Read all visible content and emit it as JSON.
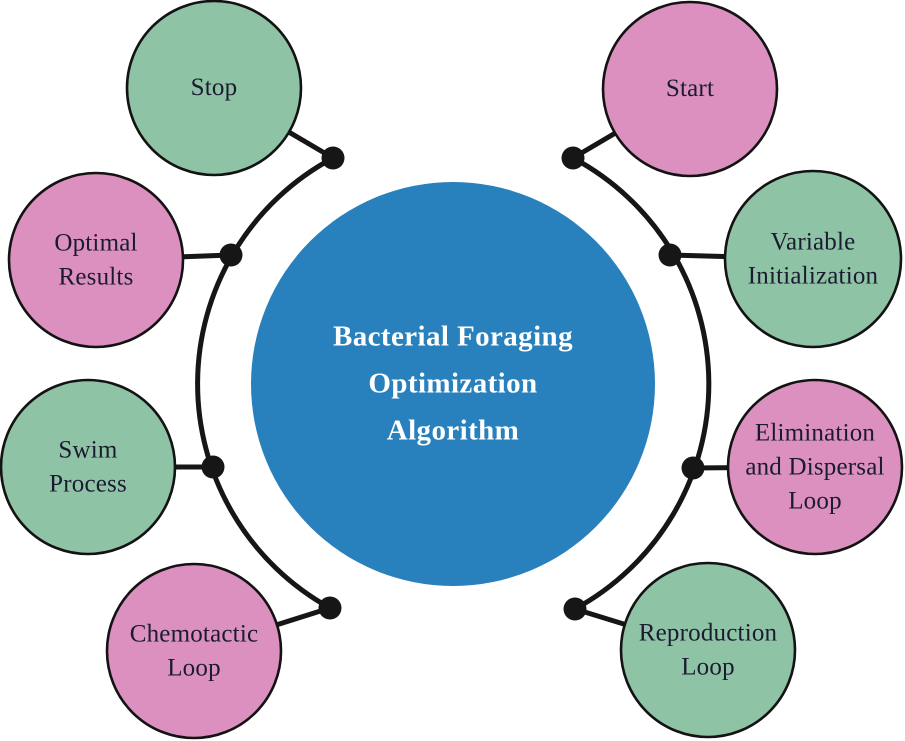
{
  "figure": {
    "type": "radial-concept-diagram",
    "background": "#ffffff"
  },
  "colors": {
    "hub_blue": "#2881BC",
    "node_green": "#8FC3A6",
    "node_pink": "#DC90BF",
    "connector_black": "#161616",
    "node_text": "#1b1b30",
    "hub_text": "#ffffff"
  },
  "center": {
    "title": "Bacterial Foraging Optimization Algorithm",
    "lines": [
      "Bacterial Foraging",
      "Optimization",
      "Algorithm"
    ],
    "fill": "#2881BC"
  },
  "nodes": [
    {
      "id": "stop",
      "label": "Stop",
      "fill": "#8FC3A6"
    },
    {
      "id": "optimal-results",
      "label": "Optimal Results",
      "fill": "#DC90BF"
    },
    {
      "id": "swim-process",
      "label": "Swim Process",
      "fill": "#8FC3A6"
    },
    {
      "id": "chemotactic-loop",
      "label": "Chemotactic Loop",
      "fill": "#DC90BF"
    },
    {
      "id": "start",
      "label": "Start",
      "fill": "#DC90BF"
    },
    {
      "id": "variable-initialization",
      "label": "Variable Initialization",
      "fill": "#8FC3A6"
    },
    {
      "id": "elimination-dispersal-loop",
      "label": "Elimination and Dispersal Loop",
      "fill": "#DC90BF"
    },
    {
      "id": "reproduction-loop",
      "label": "Reproduction Loop",
      "fill": "#8FC3A6"
    }
  ]
}
